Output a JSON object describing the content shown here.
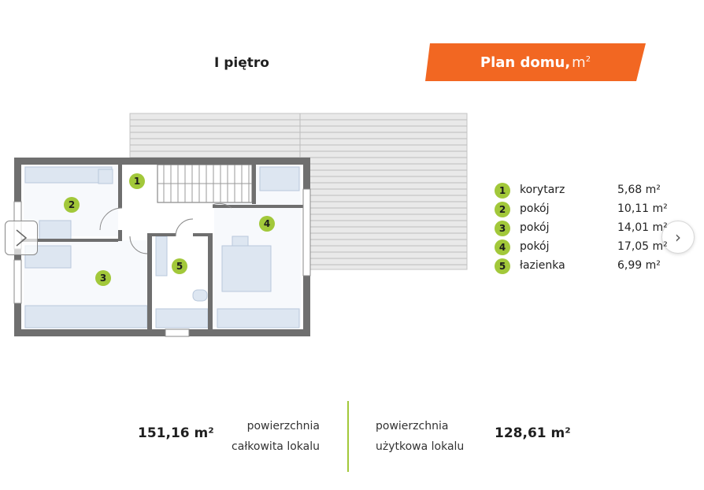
{
  "header": {
    "floor_title": "I piętro",
    "banner_bold": "Plan domu,",
    "banner_unit": "m",
    "banner_unit_sup": "2",
    "banner_color": "#f26722"
  },
  "accent_color": "#a2c83a",
  "navigation": {
    "prev_icon": "chevron-left-icon",
    "next_icon": "chevron-right-icon",
    "next_glyph": "›"
  },
  "rooms": [
    {
      "num": "1",
      "name": "korytarz",
      "area": "5,68 m²"
    },
    {
      "num": "2",
      "name": "pokój",
      "area": "10,11 m²"
    },
    {
      "num": "3",
      "name": "pokój",
      "area": "14,01 m²"
    },
    {
      "num": "4",
      "name": "pokój",
      "area": "17,05 m²"
    },
    {
      "num": "5",
      "name": "łazienka",
      "area": "6,99 m²"
    }
  ],
  "summary": {
    "total_value": "151,16 m²",
    "total_label_line1": "powierzchnia",
    "total_label_line2": "całkowita lokalu",
    "usable_label_line1": "powierzchnia",
    "usable_label_line2": "użytkowa lokalu",
    "usable_value": "128,61 m²"
  }
}
